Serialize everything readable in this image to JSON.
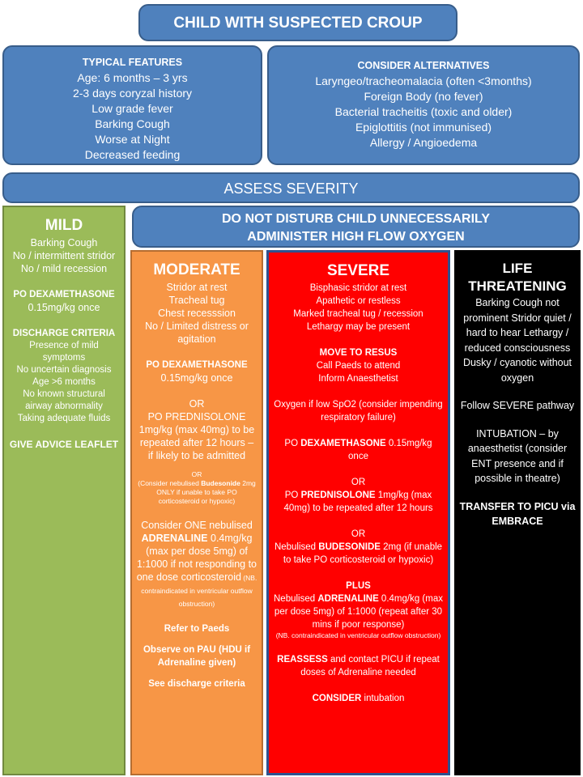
{
  "title": "CHILD WITH SUSPECTED CROUP",
  "typical": {
    "heading": "TYPICAL FEATURES",
    "lines": [
      "Age: 6 months – 3 yrs",
      "2-3 days coryzal history",
      "Low grade fever",
      "Barking Cough",
      "Worse at Night",
      "Decreased feeding"
    ]
  },
  "alternatives": {
    "heading": "CONSIDER ALTERNATIVES",
    "lines": [
      "Laryngeo/tracheomalacia (often <3months)",
      "Foreign Body (no fever)",
      "Bacterial tracheitis (toxic and older)",
      "Epiglottitis (not immunised)",
      "Allergy / Angioedema"
    ]
  },
  "assess": "ASSESS SEVERITY",
  "disturb": {
    "line1": "DO NOT DISTURB CHILD UNNECESSARILY",
    "line2": "ADMINISTER HIGH FLOW OXYGEN"
  },
  "mild": {
    "title": "MILD",
    "symptoms": [
      "Barking Cough",
      "No / intermittent stridor",
      "No / mild recession"
    ],
    "drug_label": "PO DEXAMETHASONE",
    "drug_dose": "0.15mg/kg once",
    "discharge_heading": "DISCHARGE CRITERIA",
    "discharge": [
      "Presence of mild symptoms",
      "No uncertain diagnosis",
      "Age >6 months",
      "No known structural airway abnormality",
      "Taking adequate fluids"
    ],
    "advice": "GIVE ADVICE LEAFLET"
  },
  "moderate": {
    "title": "MODERATE",
    "symptoms": [
      "Stridor at rest",
      "Tracheal tug",
      "Chest recesssion",
      "No / Limited distress or agitation"
    ],
    "dex_label": "PO DEXAMETHASONE",
    "dex_dose": "0.15mg/kg once",
    "or1": "OR",
    "pred_label": "PO PREDNISOLONE",
    "pred_text": "1mg/kg (max 40mg) to be repeated after 12 hours – if likely to be admitted",
    "or2": "OR",
    "bud_pre": "(Consider nebulised ",
    "bud_drug": "Budesonide",
    "bud_post": " 2mg ONLY if unable to take PO corticosteroid or hypoxic)",
    "adr_pre": "Consider ONE nebulised",
    "adr_drug": "ADRENALINE",
    "adr_post": " 0.4mg/kg (max per dose 5mg) of 1:1000 if not responding to one dose corticosteroid",
    "adr_note": " (NB. contraindicated in ventricular outflow obstruction)",
    "refer": "Refer to Paeds",
    "observe": "Observe on PAU (HDU if Adrenaline given)",
    "see": "See discharge criteria"
  },
  "severe": {
    "title": "SEVERE",
    "symptoms": [
      "Bisphasic stridor at rest",
      "Apathetic or restless",
      "Marked tracheal tug / recession",
      "Lethargy may be present"
    ],
    "resus_heading": "MOVE TO RESUS",
    "resus": [
      "Call Paeds to attend",
      "Inform Anaesthetist"
    ],
    "oxygen": "Oxygen if low SpO2 (consider impending respiratory failure)",
    "dex_pre": "PO ",
    "dex_drug": "DEXAMETHASONE",
    "dex_post": " 0.15mg/kg once",
    "or1": "OR",
    "pred_pre": "PO ",
    "pred_drug": "PREDNISOLONE",
    "pred_post": " 1mg/kg (max 40mg) to be repeated after 12 hours",
    "or2": "OR",
    "bud_pre": "Nebulised ",
    "bud_drug": "BUDESONIDE",
    "bud_post": " 2mg (if unable to take PO corticosteroid or hypoxic)",
    "plus": "PLUS",
    "adr_pre": "Nebulised ",
    "adr_drug": "ADRENALINE",
    "adr_post": " 0.4mg/kg (max per dose 5mg) of 1:1000 (repeat after 30 mins if poor response)",
    "adr_note": "(NB. contraindicated in ventricular outflow obstruction)",
    "reassess_drug": "REASSESS",
    "reassess_post": " and contact PICU if repeat doses of Adrenaline needed",
    "consider_drug": "CONSIDER",
    "consider_post": " intubation"
  },
  "life": {
    "title": "LIFE THREATENING",
    "symptoms": "Barking Cough not prominent Stridor quiet / hard to hear Lethargy / reduced consciousness Dusky / cyanotic without oxygen",
    "follow": "Follow SEVERE pathway",
    "intubation": "INTUBATION – by anaesthetist (consider ENT presence and if possible in theatre)",
    "transfer": "TRANSFER TO PICU via EMBRACE"
  }
}
